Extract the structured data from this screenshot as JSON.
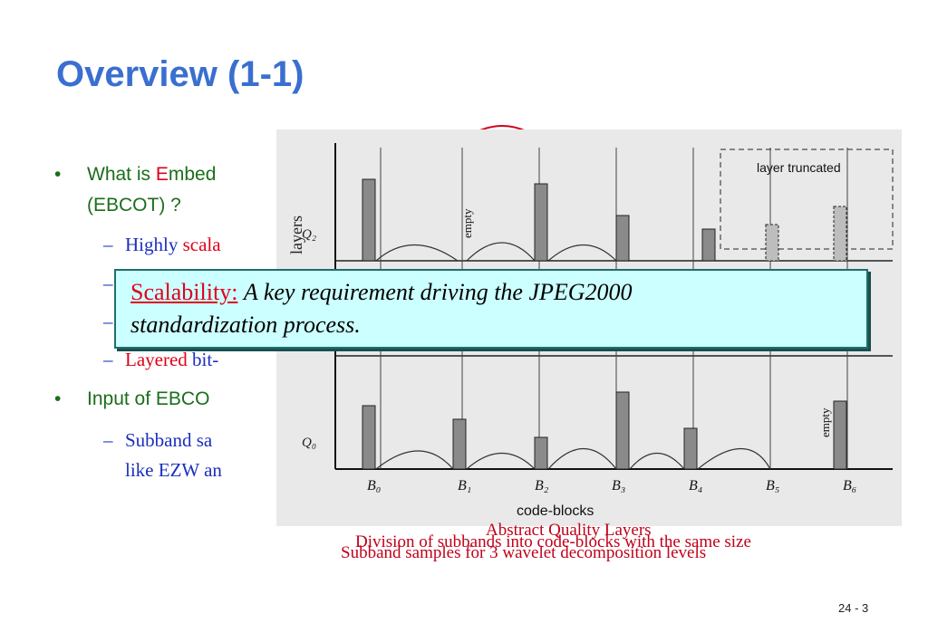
{
  "slide": {
    "title": "Overview (1-1)",
    "page_number": "24 - 3"
  },
  "bullets": {
    "b1_line1_prefix": "What is ",
    "b1_line1_red": "E",
    "b1_line1_rest": "mbed",
    "b1_line2": "(EBCOT) ?",
    "sub1_a": "Highly ",
    "sub1_b": "scala",
    "sub4_a": "Layered",
    "sub4_b": " bit-",
    "b2": "Input of EBCO",
    "sub5_line1": "Subband sa",
    "sub5_line2": "like EZW an"
  },
  "callout": {
    "label": "Scalability:",
    "text_line1": "A key requirement driving the JPEG2000",
    "text_line2": "standardization process."
  },
  "figure": {
    "axis_y": "layers",
    "axis_x": "code-blocks",
    "layer_truncated": "layer truncated",
    "empty1": "empty",
    "empty2": "empty",
    "q2": "Q2",
    "q0": "Q0",
    "blocks": [
      "B0",
      "B1",
      "B2",
      "B3",
      "B4",
      "B5",
      "B6"
    ]
  },
  "captions": {
    "cap1": "Abstract Quality Layers",
    "cap2": "Division of subbands into code-blocks with the same size",
    "cap3": "Subband samples for 3 wavelet decomposition levels"
  }
}
